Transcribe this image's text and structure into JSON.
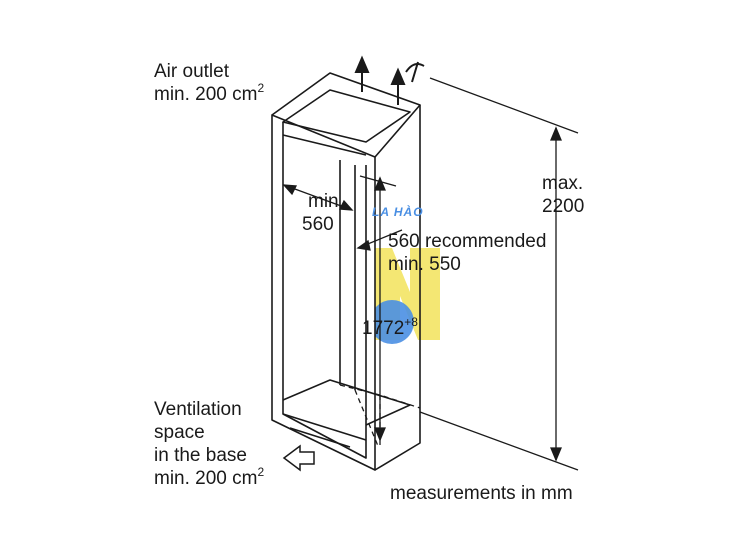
{
  "labels": {
    "air_outlet_line1": "Air outlet",
    "air_outlet_line2": "min. 200 cm",
    "air_outlet_sup": "2",
    "max_line1": "max.",
    "max_line2": "2200",
    "min560_line1": "min.",
    "min560_line2": "560",
    "recommended_line1": "560 recommended",
    "recommended_line2": "min. 550",
    "height_value": "1772",
    "height_tolerance": "+8",
    "ventilation_line1": "Ventilation",
    "ventilation_line2": "space",
    "ventilation_line3": "in the base",
    "ventilation_line4": "min. 200 cm",
    "ventilation_sup": "2",
    "measurements": "measurements in mm"
  },
  "watermark": {
    "text": "LA HÀO",
    "colors": {
      "blue": "#4a8fe3",
      "yellow": "#f2e35a"
    }
  },
  "colors": {
    "line": "#1a1a1a",
    "background": "#ffffff"
  }
}
